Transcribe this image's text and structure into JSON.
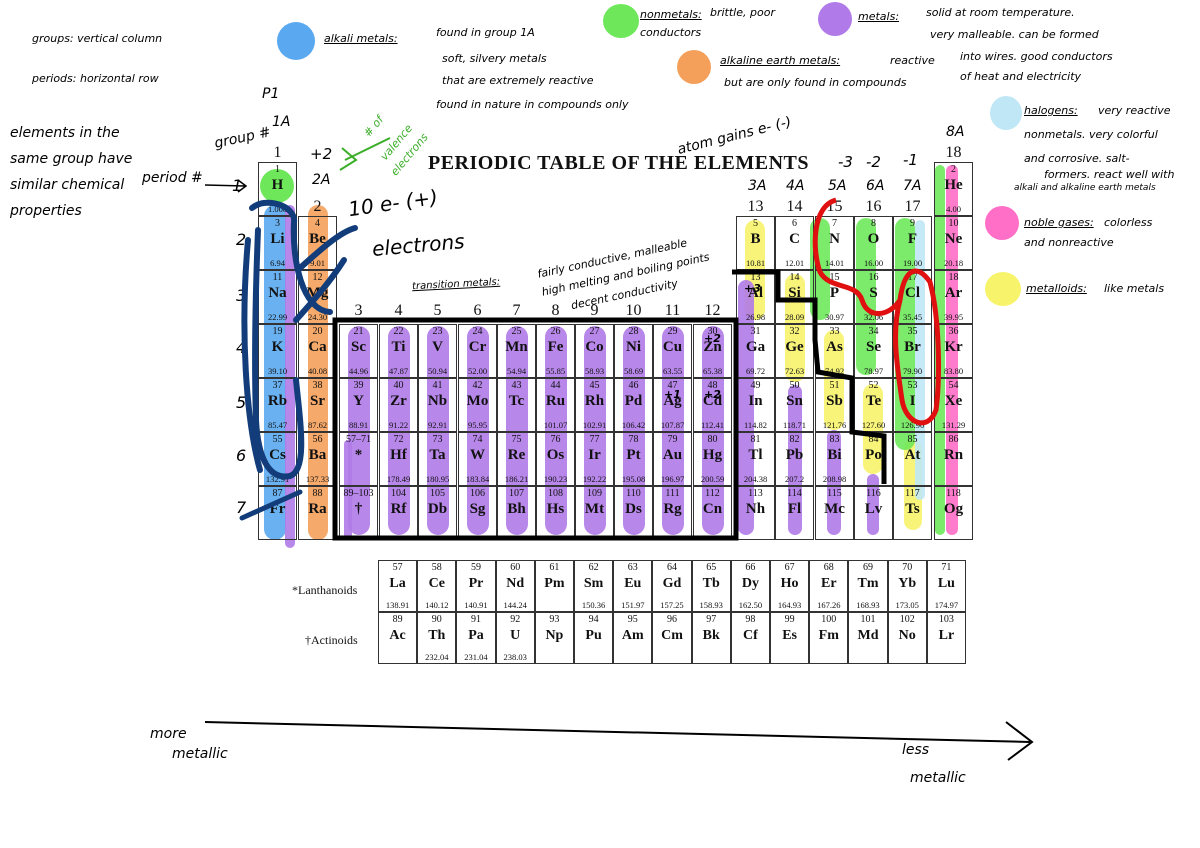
{
  "page": {
    "title": "PERIODIC TABLE OF THE ELEMENTS",
    "groups": [
      "1",
      "2",
      "3",
      "4",
      "5",
      "6",
      "7",
      "8",
      "9",
      "10",
      "11",
      "12",
      "13",
      "14",
      "15",
      "16",
      "17",
      "18"
    ],
    "group_letters": {
      "g1": "1A",
      "g2": "2A",
      "g13": "3A",
      "g14": "4A",
      "g15": "5A",
      "g16": "6A",
      "g17": "7A",
      "g18": "8A"
    },
    "group_charges": {
      "g2": "+2",
      "g15": "-3",
      "g16": "-2",
      "g17": "-1"
    },
    "row_labels": [
      "1",
      "2",
      "3",
      "4",
      "5",
      "6",
      "7"
    ],
    "elements": [
      {
        "n": "1",
        "s": "H",
        "m": "1.008",
        "p": 1,
        "g": 1
      },
      {
        "n": "2",
        "s": "He",
        "m": "4.00",
        "p": 1,
        "g": 18
      },
      {
        "n": "3",
        "s": "Li",
        "m": "6.94",
        "p": 2,
        "g": 1
      },
      {
        "n": "4",
        "s": "Be",
        "m": "9.01",
        "p": 2,
        "g": 2
      },
      {
        "n": "5",
        "s": "B",
        "m": "10.81",
        "p": 2,
        "g": 13
      },
      {
        "n": "6",
        "s": "C",
        "m": "12.01",
        "p": 2,
        "g": 14
      },
      {
        "n": "7",
        "s": "N",
        "m": "14.01",
        "p": 2,
        "g": 15
      },
      {
        "n": "8",
        "s": "O",
        "m": "16.00",
        "p": 2,
        "g": 16
      },
      {
        "n": "9",
        "s": "F",
        "m": "19.00",
        "p": 2,
        "g": 17
      },
      {
        "n": "10",
        "s": "Ne",
        "m": "20.18",
        "p": 2,
        "g": 18
      },
      {
        "n": "11",
        "s": "Na",
        "m": "22.99",
        "p": 3,
        "g": 1
      },
      {
        "n": "12",
        "s": "Mg",
        "m": "24.30",
        "p": 3,
        "g": 2
      },
      {
        "n": "13",
        "s": "Al",
        "m": "26.98",
        "p": 3,
        "g": 13
      },
      {
        "n": "14",
        "s": "Si",
        "m": "28.09",
        "p": 3,
        "g": 14
      },
      {
        "n": "15",
        "s": "P",
        "m": "30.97",
        "p": 3,
        "g": 15
      },
      {
        "n": "16",
        "s": "S",
        "m": "32.06",
        "p": 3,
        "g": 16
      },
      {
        "n": "17",
        "s": "Cl",
        "m": "35.45",
        "p": 3,
        "g": 17
      },
      {
        "n": "18",
        "s": "Ar",
        "m": "39.95",
        "p": 3,
        "g": 18
      },
      {
        "n": "19",
        "s": "K",
        "m": "39.10",
        "p": 4,
        "g": 1
      },
      {
        "n": "20",
        "s": "Ca",
        "m": "40.08",
        "p": 4,
        "g": 2
      },
      {
        "n": "21",
        "s": "Sc",
        "m": "44.96",
        "p": 4,
        "g": 3
      },
      {
        "n": "22",
        "s": "Ti",
        "m": "47.87",
        "p": 4,
        "g": 4
      },
      {
        "n": "23",
        "s": "V",
        "m": "50.94",
        "p": 4,
        "g": 5
      },
      {
        "n": "24",
        "s": "Cr",
        "m": "52.00",
        "p": 4,
        "g": 6
      },
      {
        "n": "25",
        "s": "Mn",
        "m": "54.94",
        "p": 4,
        "g": 7
      },
      {
        "n": "26",
        "s": "Fe",
        "m": "55.85",
        "p": 4,
        "g": 8
      },
      {
        "n": "27",
        "s": "Co",
        "m": "58.93",
        "p": 4,
        "g": 9
      },
      {
        "n": "28",
        "s": "Ni",
        "m": "58.69",
        "p": 4,
        "g": 10
      },
      {
        "n": "29",
        "s": "Cu",
        "m": "63.55",
        "p": 4,
        "g": 11
      },
      {
        "n": "30",
        "s": "Zn",
        "m": "65.38",
        "p": 4,
        "g": 12
      },
      {
        "n": "31",
        "s": "Ga",
        "m": "69.72",
        "p": 4,
        "g": 13
      },
      {
        "n": "32",
        "s": "Ge",
        "m": "72.63",
        "p": 4,
        "g": 14
      },
      {
        "n": "33",
        "s": "As",
        "m": "74.92",
        "p": 4,
        "g": 15
      },
      {
        "n": "34",
        "s": "Se",
        "m": "78.97",
        "p": 4,
        "g": 16
      },
      {
        "n": "35",
        "s": "Br",
        "m": "79.90",
        "p": 4,
        "g": 17
      },
      {
        "n": "36",
        "s": "Kr",
        "m": "83.80",
        "p": 4,
        "g": 18
      },
      {
        "n": "37",
        "s": "Rb",
        "m": "85.47",
        "p": 5,
        "g": 1
      },
      {
        "n": "38",
        "s": "Sr",
        "m": "87.62",
        "p": 5,
        "g": 2
      },
      {
        "n": "39",
        "s": "Y",
        "m": "88.91",
        "p": 5,
        "g": 3
      },
      {
        "n": "40",
        "s": "Zr",
        "m": "91.22",
        "p": 5,
        "g": 4
      },
      {
        "n": "41",
        "s": "Nb",
        "m": "92.91",
        "p": 5,
        "g": 5
      },
      {
        "n": "42",
        "s": "Mo",
        "m": "95.95",
        "p": 5,
        "g": 6
      },
      {
        "n": "43",
        "s": "Tc",
        "m": "",
        "p": 5,
        "g": 7
      },
      {
        "n": "44",
        "s": "Ru",
        "m": "101.07",
        "p": 5,
        "g": 8
      },
      {
        "n": "45",
        "s": "Rh",
        "m": "102.91",
        "p": 5,
        "g": 9
      },
      {
        "n": "46",
        "s": "Pd",
        "m": "106.42",
        "p": 5,
        "g": 10
      },
      {
        "n": "47",
        "s": "Ag",
        "m": "107.87",
        "p": 5,
        "g": 11
      },
      {
        "n": "48",
        "s": "Cd",
        "m": "112.41",
        "p": 5,
        "g": 12
      },
      {
        "n": "49",
        "s": "In",
        "m": "114.82",
        "p": 5,
        "g": 13
      },
      {
        "n": "50",
        "s": "Sn",
        "m": "118.71",
        "p": 5,
        "g": 14
      },
      {
        "n": "51",
        "s": "Sb",
        "m": "121.76",
        "p": 5,
        "g": 15
      },
      {
        "n": "52",
        "s": "Te",
        "m": "127.60",
        "p": 5,
        "g": 16
      },
      {
        "n": "53",
        "s": "I",
        "m": "126.90",
        "p": 5,
        "g": 17
      },
      {
        "n": "54",
        "s": "Xe",
        "m": "131.29",
        "p": 5,
        "g": 18
      },
      {
        "n": "55",
        "s": "Cs",
        "m": "132.91",
        "p": 6,
        "g": 1
      },
      {
        "n": "56",
        "s": "Ba",
        "m": "137.33",
        "p": 6,
        "g": 2
      },
      {
        "n": "72",
        "s": "Hf",
        "m": "178.49",
        "p": 6,
        "g": 4
      },
      {
        "n": "73",
        "s": "Ta",
        "m": "180.95",
        "p": 6,
        "g": 5
      },
      {
        "n": "74",
        "s": "W",
        "m": "183.84",
        "p": 6,
        "g": 6
      },
      {
        "n": "75",
        "s": "Re",
        "m": "186.21",
        "p": 6,
        "g": 7
      },
      {
        "n": "76",
        "s": "Os",
        "m": "190.23",
        "p": 6,
        "g": 8
      },
      {
        "n": "77",
        "s": "Ir",
        "m": "192.22",
        "p": 6,
        "g": 9
      },
      {
        "n": "78",
        "s": "Pt",
        "m": "195.08",
        "p": 6,
        "g": 10
      },
      {
        "n": "79",
        "s": "Au",
        "m": "196.97",
        "p": 6,
        "g": 11
      },
      {
        "n": "80",
        "s": "Hg",
        "m": "200.59",
        "p": 6,
        "g": 12
      },
      {
        "n": "81",
        "s": "Tl",
        "m": "204.38",
        "p": 6,
        "g": 13
      },
      {
        "n": "82",
        "s": "Pb",
        "m": "207.2",
        "p": 6,
        "g": 14
      },
      {
        "n": "83",
        "s": "Bi",
        "m": "208.98",
        "p": 6,
        "g": 15
      },
      {
        "n": "84",
        "s": "Po",
        "m": "",
        "p": 6,
        "g": 16
      },
      {
        "n": "85",
        "s": "At",
        "m": "",
        "p": 6,
        "g": 17
      },
      {
        "n": "86",
        "s": "Rn",
        "m": "",
        "p": 6,
        "g": 18
      },
      {
        "n": "87",
        "s": "Fr",
        "m": "",
        "p": 7,
        "g": 1
      },
      {
        "n": "88",
        "s": "Ra",
        "m": "",
        "p": 7,
        "g": 2
      },
      {
        "n": "104",
        "s": "Rf",
        "m": "",
        "p": 7,
        "g": 4
      },
      {
        "n": "105",
        "s": "Db",
        "m": "",
        "p": 7,
        "g": 5
      },
      {
        "n": "106",
        "s": "Sg",
        "m": "",
        "p": 7,
        "g": 6
      },
      {
        "n": "107",
        "s": "Bh",
        "m": "",
        "p": 7,
        "g": 7
      },
      {
        "n": "108",
        "s": "Hs",
        "m": "",
        "p": 7,
        "g": 8
      },
      {
        "n": "109",
        "s": "Mt",
        "m": "",
        "p": 7,
        "g": 9
      },
      {
        "n": "110",
        "s": "Ds",
        "m": "",
        "p": 7,
        "g": 10
      },
      {
        "n": "111",
        "s": "Rg",
        "m": "",
        "p": 7,
        "g": 11
      },
      {
        "n": "112",
        "s": "Cn",
        "m": "",
        "p": 7,
        "g": 12
      },
      {
        "n": "113",
        "s": "Nh",
        "m": "",
        "p": 7,
        "g": 13
      },
      {
        "n": "114",
        "s": "Fl",
        "m": "",
        "p": 7,
        "g": 14
      },
      {
        "n": "115",
        "s": "Mc",
        "m": "",
        "p": 7,
        "g": 15
      },
      {
        "n": "116",
        "s": "Lv",
        "m": "",
        "p": 7,
        "g": 16
      },
      {
        "n": "117",
        "s": "Ts",
        "m": "",
        "p": 7,
        "g": 17
      },
      {
        "n": "118",
        "s": "Og",
        "m": "",
        "p": 7,
        "g": 18
      }
    ],
    "placeholders": [
      {
        "n": "57–71",
        "s": "*",
        "p": 6,
        "g": 3
      },
      {
        "n": "89–103",
        "s": "†",
        "p": 7,
        "g": 3
      }
    ],
    "lanthanoids_label": "*Lanthanoids",
    "actinoids_label": "†Actinoids",
    "lanthanoids": [
      {
        "n": "57",
        "s": "La",
        "m": "138.91"
      },
      {
        "n": "58",
        "s": "Ce",
        "m": "140.12"
      },
      {
        "n": "59",
        "s": "Pr",
        "m": "140.91"
      },
      {
        "n": "60",
        "s": "Nd",
        "m": "144.24"
      },
      {
        "n": "61",
        "s": "Pm",
        "m": ""
      },
      {
        "n": "62",
        "s": "Sm",
        "m": "150.36"
      },
      {
        "n": "63",
        "s": "Eu",
        "m": "151.97"
      },
      {
        "n": "64",
        "s": "Gd",
        "m": "157.25"
      },
      {
        "n": "65",
        "s": "Tb",
        "m": "158.93"
      },
      {
        "n": "66",
        "s": "Dy",
        "m": "162.50"
      },
      {
        "n": "67",
        "s": "Ho",
        "m": "164.93"
      },
      {
        "n": "68",
        "s": "Er",
        "m": "167.26"
      },
      {
        "n": "69",
        "s": "Tm",
        "m": "168.93"
      },
      {
        "n": "70",
        "s": "Yb",
        "m": "173.05"
      },
      {
        "n": "71",
        "s": "Lu",
        "m": "174.97"
      }
    ],
    "actinoids": [
      {
        "n": "89",
        "s": "Ac",
        "m": ""
      },
      {
        "n": "90",
        "s": "Th",
        "m": "232.04"
      },
      {
        "n": "91",
        "s": "Pa",
        "m": "231.04"
      },
      {
        "n": "92",
        "s": "U",
        "m": "238.03"
      },
      {
        "n": "93",
        "s": "Np",
        "m": ""
      },
      {
        "n": "94",
        "s": "Pu",
        "m": ""
      },
      {
        "n": "95",
        "s": "Am",
        "m": ""
      },
      {
        "n": "96",
        "s": "Cm",
        "m": ""
      },
      {
        "n": "97",
        "s": "Bk",
        "m": ""
      },
      {
        "n": "98",
        "s": "Cf",
        "m": ""
      },
      {
        "n": "99",
        "s": "Es",
        "m": ""
      },
      {
        "n": "100",
        "s": "Fm",
        "m": ""
      },
      {
        "n": "101",
        "s": "Md",
        "m": ""
      },
      {
        "n": "102",
        "s": "No",
        "m": ""
      },
      {
        "n": "103",
        "s": "Lr",
        "m": ""
      }
    ]
  },
  "notes": {
    "groups": "groups: vertical column",
    "periods": "periods: horizontal row",
    "same_group": [
      "elements in the",
      "same group have",
      "similar chemical",
      "properties"
    ],
    "period_num": "period #",
    "p1": "P1",
    "group_num": "group #",
    "valence": [
      "# of",
      "valence",
      "electrons"
    ],
    "electrons": [
      "10 e- (+)",
      "electrons"
    ],
    "atom_gain": "atom gains e- (-)",
    "alkali_label": "alkali metals:",
    "alkali_desc": [
      "found in group 1A",
      "soft, silvery metals",
      "that are extremely reactive",
      "found in nature in compounds only"
    ],
    "nonmetals_label": "nonmetals:",
    "nonmetals_desc": [
      "brittle, poor",
      "conductors"
    ],
    "metals_label": "metals:",
    "metals_desc": [
      "solid at room temperature.",
      "very malleable. can be formed",
      "into wires. good conductors",
      "of heat and electricity"
    ],
    "alkaline_label": "alkaline earth metals:",
    "alkaline_desc": [
      "reactive",
      "but are only found in compounds"
    ],
    "halogens_label": "halogens:",
    "halogens_desc": [
      "very reactive",
      "nonmetals. very colorful",
      "and corrosive. salt-",
      "formers. react well with",
      "alkali and alkaline earth metals"
    ],
    "noble_label": "noble gases:",
    "noble_desc": [
      "colorless",
      "and nonreactive"
    ],
    "metalloids_label": "metalloids:",
    "metalloids_desc": "like metals",
    "transition_label": "transition metals:",
    "transition_desc": [
      "fairly conductive, malleable",
      "high melting and boiling points",
      "decent conductivity"
    ],
    "plus3": "+3",
    "plus2_zn": "+2",
    "plus1_ag": "+1",
    "plus2_cd": "+2",
    "more_metallic": [
      "more",
      "metallic"
    ],
    "less_metallic": [
      "less",
      "metallic"
    ]
  },
  "colors": {
    "alkali": "#5aa9f0",
    "nonmetal": "#6ee85a",
    "metal": "#b07ae8",
    "alkaline": "#f4a05a",
    "halogen": "#bfe7f5",
    "noble": "#ff6ec7",
    "metalloid": "#f7f36a",
    "red_circle": "#e01010",
    "blue_ink": "#123d7a"
  }
}
